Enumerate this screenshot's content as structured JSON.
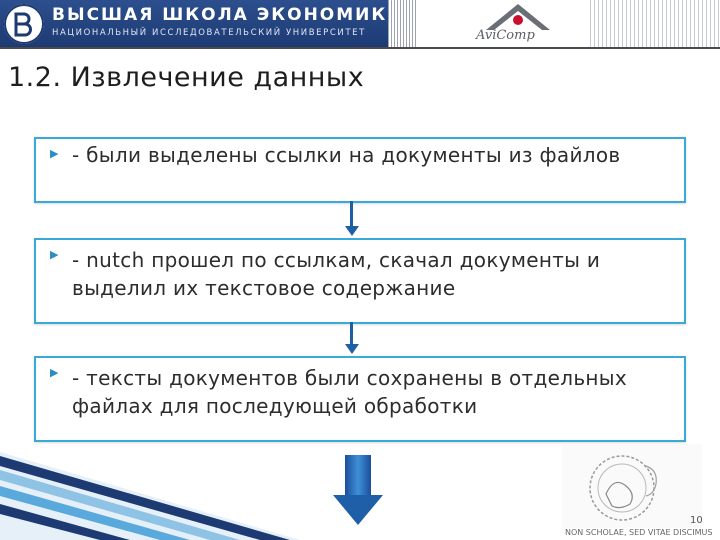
{
  "header": {
    "university_title": "ВЫСШАЯ ШКОЛА ЭКОНОМИКИ",
    "university_subtitle": "НАЦИОНАЛЬНЫЙ ИССЛЕДОВАТЕЛЬСКИЙ УНИВЕРСИТЕТ",
    "partner_logo_text": "AviComp"
  },
  "slide": {
    "title": "1.2. Извлечение данных",
    "steps": [
      {
        "text": "- были выделены ссылки на документы из файлов"
      },
      {
        "text": "- nutch прошел по ссылкам, скачал документы и выделил их текстовое содержание"
      },
      {
        "text": "- тексты документов были сохранены в отдельных файлах для последующей обработки"
      }
    ]
  },
  "footer": {
    "motto": "NON SCHOLAE, SED VITAE DISCIMUS",
    "page_number": "10"
  },
  "colors": {
    "hse_blue": "#1d3a73",
    "box_border": "#39a9d8",
    "arrow": "#1e5fa8",
    "avicomp_red": "#c8102e"
  }
}
